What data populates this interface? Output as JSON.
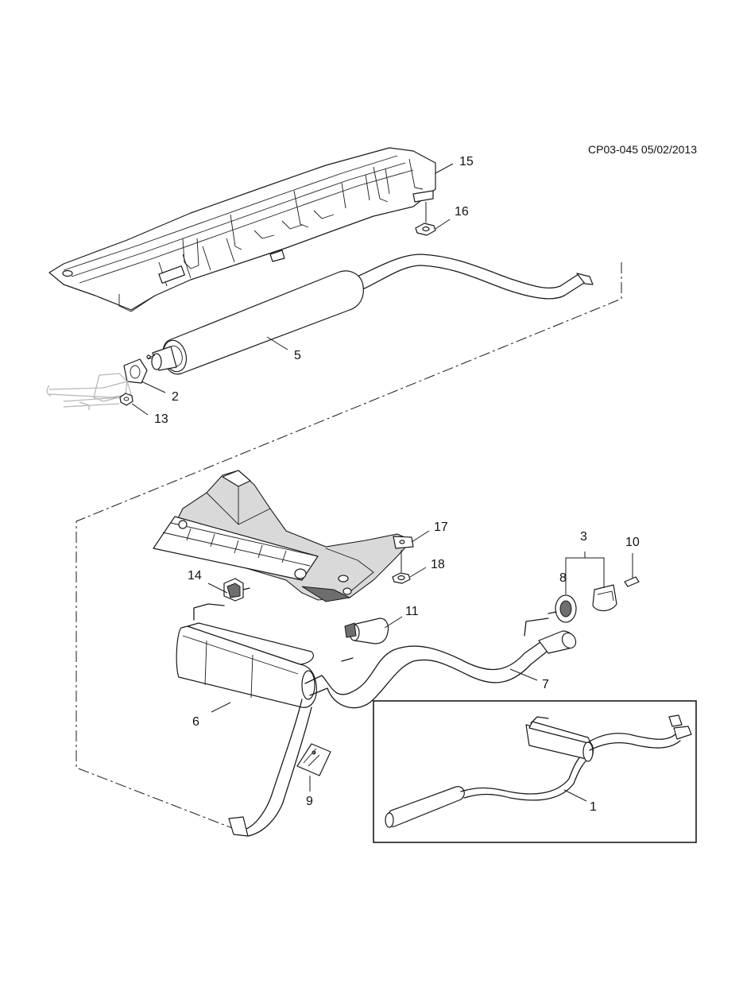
{
  "drawing": {
    "code": "CP03-045 05/02/2013"
  },
  "callouts": [
    {
      "id": "15",
      "text": "15"
    },
    {
      "id": "16",
      "text": "16"
    },
    {
      "id": "5",
      "text": "5"
    },
    {
      "id": "2",
      "text": "2"
    },
    {
      "id": "13",
      "text": "13"
    },
    {
      "id": "17",
      "text": "17"
    },
    {
      "id": "18",
      "text": "18"
    },
    {
      "id": "3",
      "text": "3"
    },
    {
      "id": "10",
      "text": "10"
    },
    {
      "id": "8",
      "text": "8"
    },
    {
      "id": "14",
      "text": "14"
    },
    {
      "id": "11",
      "text": "11"
    },
    {
      "id": "7",
      "text": "7"
    },
    {
      "id": "6",
      "text": "6"
    },
    {
      "id": "9",
      "text": "9"
    },
    {
      "id": "1",
      "text": "1"
    }
  ]
}
